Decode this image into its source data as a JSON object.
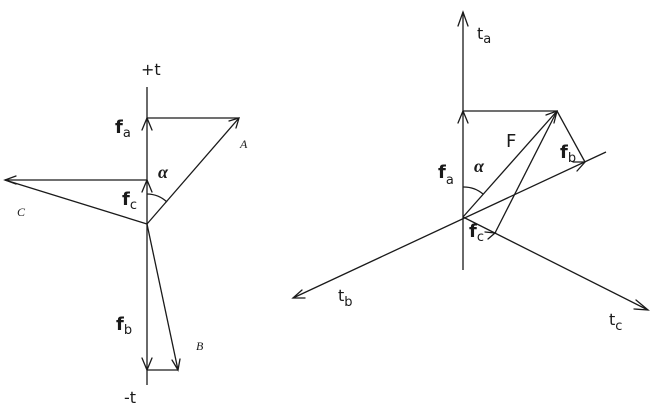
{
  "left_diagram": {
    "axis_top_label": "+t",
    "axis_bottom_label": "-t",
    "angle_label": "α",
    "vectors": {
      "fa": {
        "main": "f",
        "sub": "a"
      },
      "fb": {
        "main": "f",
        "sub": "b"
      },
      "fc": {
        "main": "f",
        "sub": "c"
      }
    },
    "points": {
      "A": "A",
      "B": "B",
      "C": "C"
    }
  },
  "right_diagram": {
    "axis_labels": {
      "ta": {
        "main": "t",
        "sub": "a"
      },
      "tb": {
        "main": "t",
        "sub": "b"
      },
      "tc": {
        "main": "t",
        "sub": "c"
      }
    },
    "resultant_label": "F",
    "angle_label": "α",
    "vectors": {
      "fa": {
        "main": "f",
        "sub": "a"
      },
      "fb": {
        "main": "f",
        "sub": "b"
      },
      "fc": {
        "main": "f",
        "sub": "c"
      }
    }
  },
  "colors": {
    "stroke": "#1a1a1a",
    "background": "#ffffff"
  }
}
